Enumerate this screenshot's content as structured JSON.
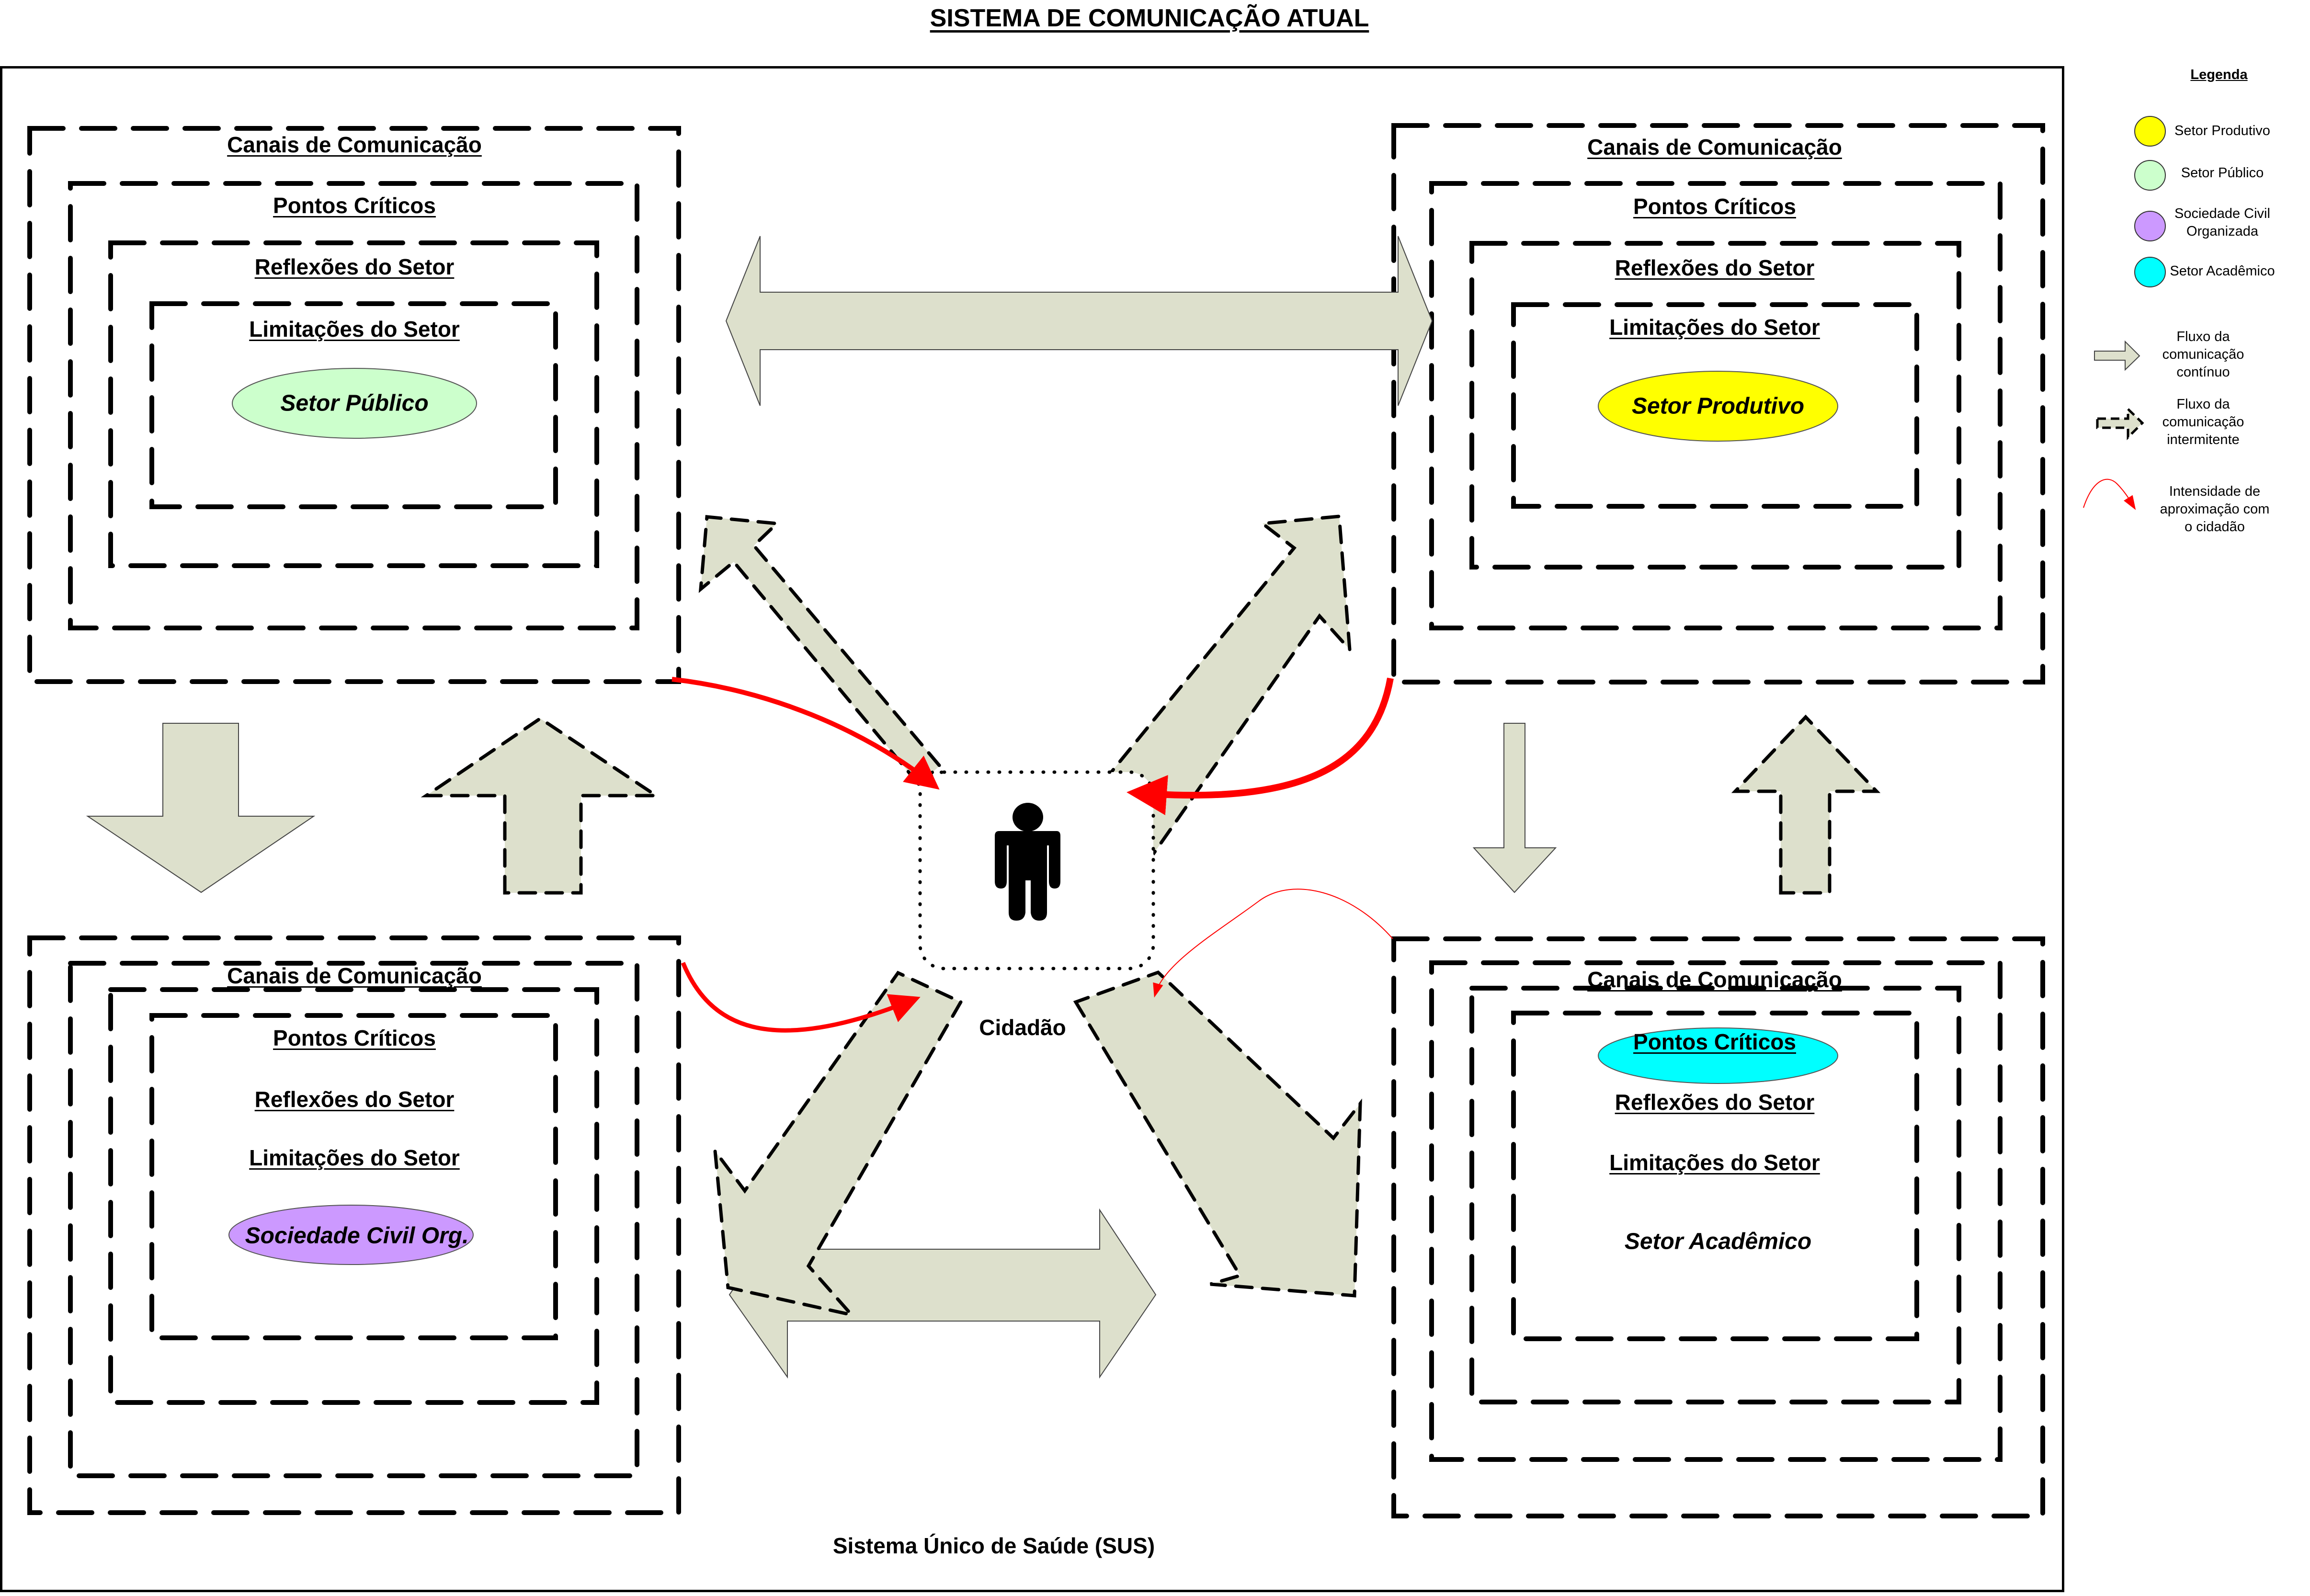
{
  "title": "SISTEMA DE COMUNICAÇÃO ATUAL",
  "colors": {
    "arrow_fill": "#dde0cc",
    "red": "#ff0000",
    "setor_produtivo": "#ffff00",
    "setor_publico": "#ccffcc",
    "sociedade_civil": "#cc99ff",
    "setor_academico": "#00ffff"
  },
  "layer_labels": {
    "canais": "Canais de Comunicação",
    "pontos": "Pontos Críticos",
    "reflexoes": "Reflexões do Setor",
    "limitacoes": "Limitações do Setor"
  },
  "quadrants": [
    {
      "id": "top-left",
      "sector": "Setor Público",
      "color_key": "setor_publico"
    },
    {
      "id": "top-right",
      "sector": "Setor Produtivo",
      "color_key": "setor_produtivo"
    },
    {
      "id": "bottom-left",
      "sector": "Sociedade Civil Org.",
      "color_key": "sociedade_civil"
    },
    {
      "id": "bottom-right",
      "sector": "Setor Acadêmico",
      "color_key": "setor_academico"
    }
  ],
  "center": {
    "label": "Cidadão"
  },
  "footer_label": "Sistema Único de Saúde (SUS)",
  "legend": {
    "title": "Legenda",
    "sectors": [
      {
        "label": "Setor Produtivo",
        "color_key": "setor_produtivo"
      },
      {
        "label": "Setor Público",
        "color_key": "setor_publico"
      },
      {
        "label": "Sociedade Civil Organizada",
        "lines": [
          "Sociedade Civil",
          "Organizada"
        ],
        "color_key": "sociedade_civil"
      },
      {
        "label": "Setor Acadêmico",
        "color_key": "setor_academico"
      }
    ],
    "flows": [
      {
        "label": "Fluxo da comunicação contínuo",
        "lines": [
          "Fluxo da",
          "comunicação",
          "contínuo"
        ],
        "style": "solid"
      },
      {
        "label": "Fluxo da comunicação intermitente",
        "lines": [
          "Fluxo da",
          "comunicação",
          "intermitente"
        ],
        "style": "dashed"
      },
      {
        "label": "Intensidade de aproximação com o cidadão",
        "lines": [
          "Intensidade de",
          "aproximação com",
          "o cidadão"
        ],
        "style": "red-curve"
      }
    ]
  }
}
